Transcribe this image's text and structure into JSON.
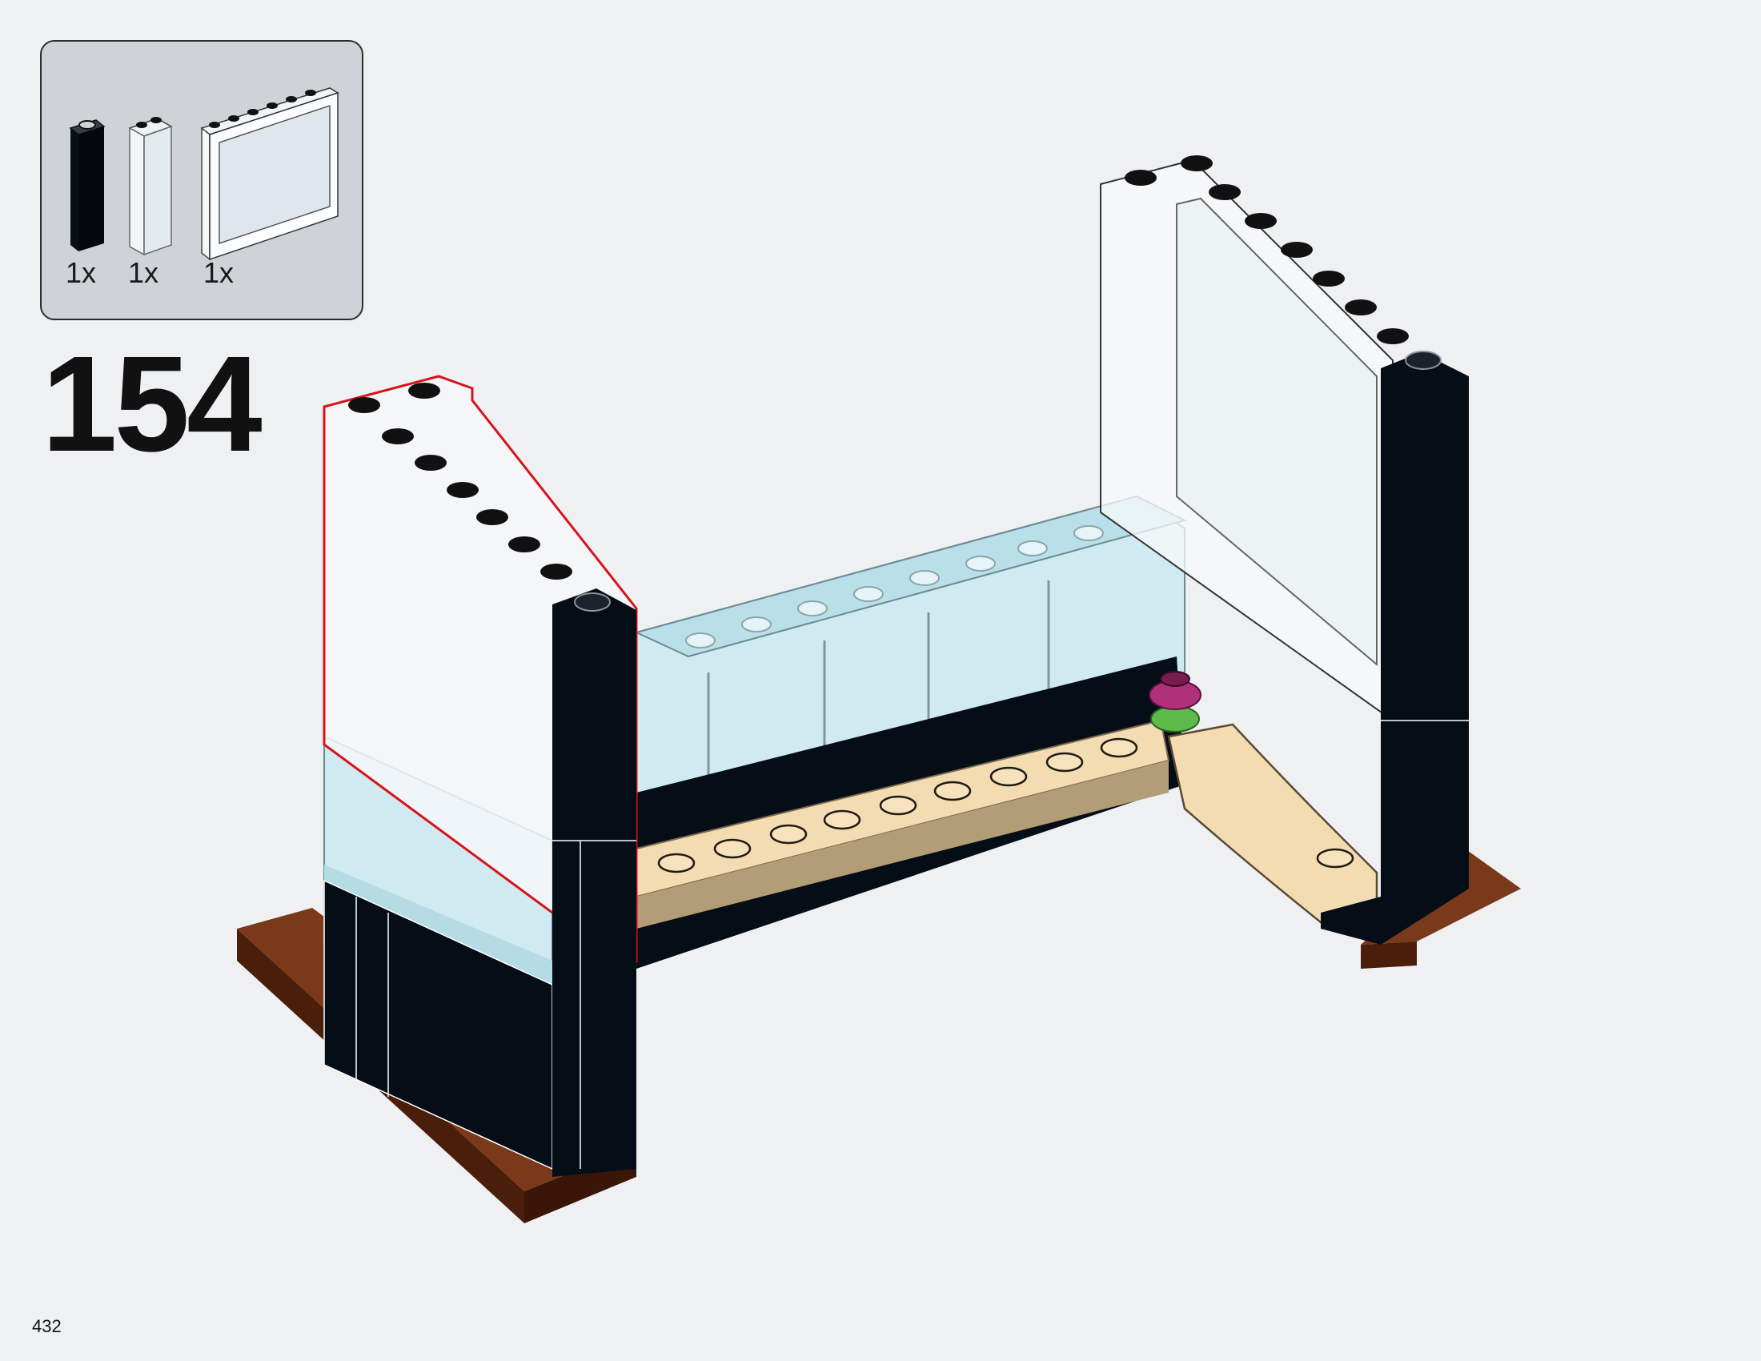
{
  "parts": [
    {
      "name": "black-pillar-brick",
      "quantity": "1x"
    },
    {
      "name": "transparent-pillar-brick",
      "quantity": "1x"
    },
    {
      "name": "window-frame-panel",
      "quantity": "1x"
    }
  ],
  "step_number": "154",
  "page_number": "432",
  "colors": {
    "background": "#eef0f2",
    "parts_box": "#cfd3d7",
    "black": "#050d16",
    "tan": "#f4dcb2",
    "trans_blue": "#cfeaf0",
    "brown": "#5b2a12",
    "highlight": "#d8131b",
    "pink": "#b0307a",
    "green": "#5dbb4a"
  }
}
